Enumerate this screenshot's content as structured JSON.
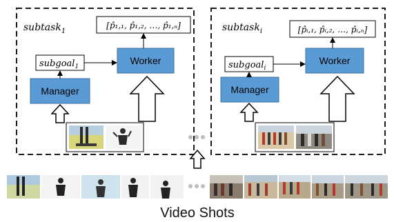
{
  "diagram": {
    "left_panel": {
      "subtask_name": "subtask",
      "subtask_sub": "1",
      "subgoal_name": "subgoal",
      "subgoal_sub": "1",
      "output_text": "[p̂₁,₁, p̂₁,₂, …, p̂₁,ₙ]",
      "manager_label": "Manager",
      "worker_label": "Worker"
    },
    "right_panel": {
      "subtask_name": "subtask",
      "subtask_sub": "i",
      "subgoal_name": "subgoal",
      "subgoal_sub": "i",
      "output_text": "[p̂ᵢ,₁, p̂ᵢ,₂, …, p̂ᵢ,ₙ]",
      "manager_label": "Manager",
      "worker_label": "Worker"
    },
    "footer_label": "Video Shots",
    "colors": {
      "module_fill": "#5b9bd5",
      "module_stroke": "#41719c",
      "dash_stroke": "#1a1a1a"
    }
  }
}
